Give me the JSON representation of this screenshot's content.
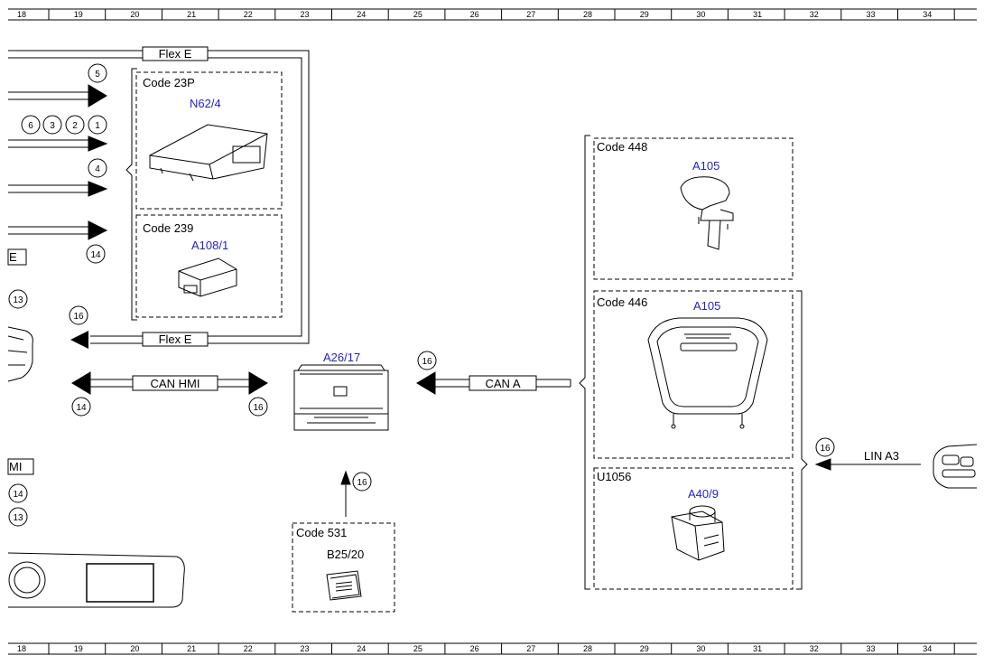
{
  "ruler": {
    "cells": [
      "18",
      "19",
      "20",
      "21",
      "22",
      "23",
      "24",
      "25",
      "26",
      "27",
      "28",
      "29",
      "30",
      "31",
      "32",
      "33",
      "34"
    ]
  },
  "boxes": {
    "code_23p": "Code 23P",
    "code_239": "Code 239",
    "code_448": "Code 448",
    "code_446": "Code 446",
    "u1056": "U1056",
    "code_531": "Code 531"
  },
  "components": {
    "n62_4": "N62/4",
    "a108_1": "A108/1",
    "a105_top": "A105",
    "a105_mid": "A105",
    "a40_9": "A40/9",
    "a26_17": "A26/17",
    "b25_20": "B25/20"
  },
  "buses": {
    "flex_e_top": "Flex E",
    "flex_e_bottom": "Flex E",
    "can_hmi": "CAN HMI",
    "can_a": "CAN A",
    "lin_a3": "LIN A3",
    "left_tag_e": "E",
    "left_tag_mi": "MI"
  },
  "refs": {
    "r5": "5",
    "r6": "6",
    "r3": "3",
    "r2": "2",
    "r1": "1",
    "r4": "4",
    "r14a": "14",
    "r13a": "13",
    "r16a": "16",
    "r14b": "14",
    "r16b": "16",
    "r16c": "16",
    "r16d": "16",
    "r16e": "16",
    "r14c": "14",
    "r13b": "13"
  }
}
